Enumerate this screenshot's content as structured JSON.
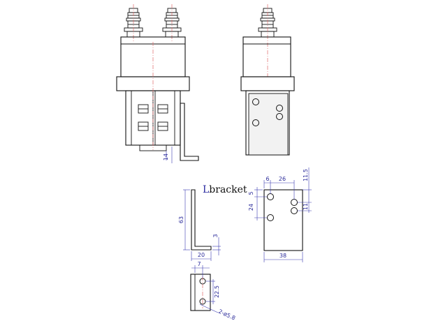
{
  "title": {
    "accent": "L",
    "rest": "bracket"
  },
  "dimensions": {
    "front_gap": "14",
    "top_left": "6",
    "top_right": "26",
    "overall_right": "11.5",
    "small_5": "5",
    "left_24": "24",
    "right_11": "11",
    "width_38": "38",
    "height_63": "63",
    "thickness_3": "3",
    "foot_20": "20",
    "top_7": "7",
    "slot_22_5": "22.5",
    "holes": "2-ø5.8"
  }
}
